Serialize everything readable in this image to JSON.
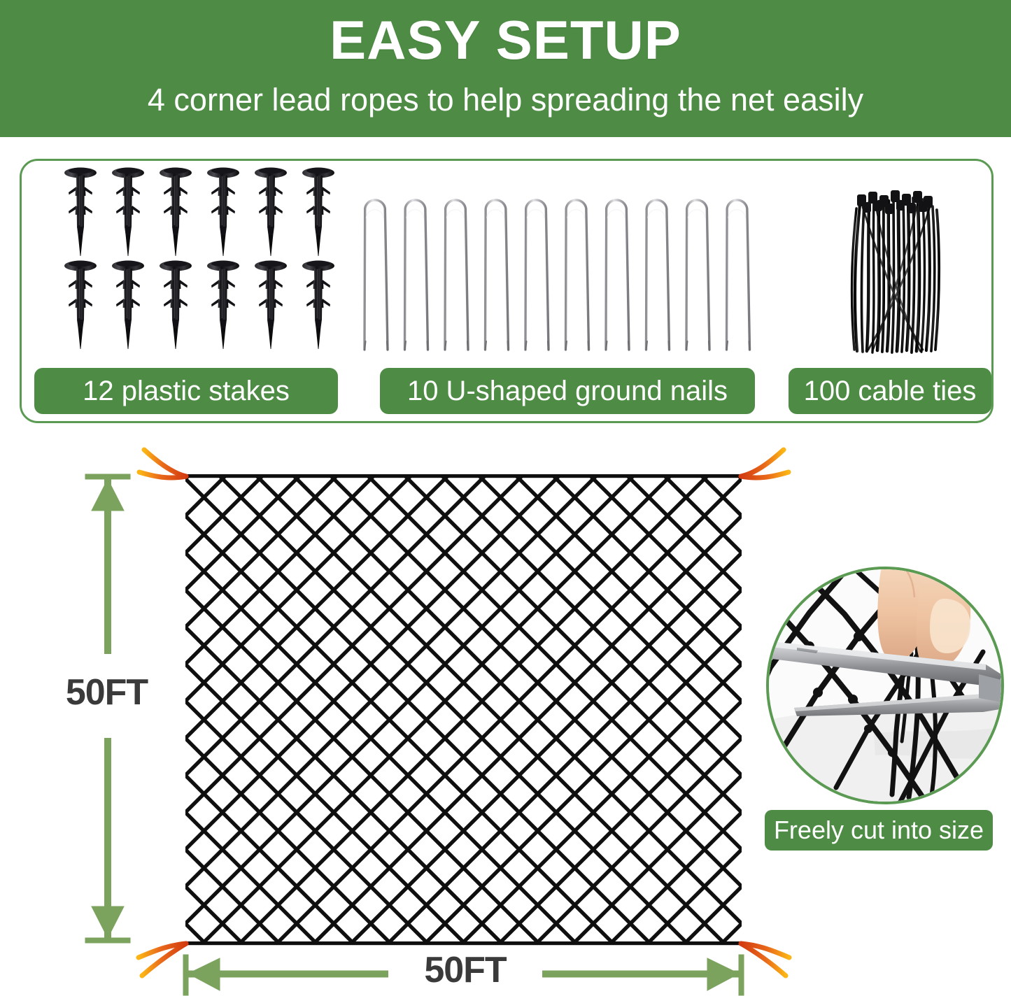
{
  "header": {
    "title": "EASY SETUP",
    "subtitle": "4 corner lead ropes to help spreading the net easily",
    "background_color": "#4E8C45",
    "text_color": "#FFFFFF"
  },
  "parts_panel": {
    "border_color": "#5B9A52",
    "items": [
      {
        "id": "plastic-stakes",
        "label": "12 plastic stakes",
        "count": 12,
        "rows": 2,
        "per_row": 6,
        "color": "#1a1a1a"
      },
      {
        "id": "u-shaped-ground-nails",
        "label": "10 U-shaped ground nails",
        "count": 10,
        "color": "#9a9a9a"
      },
      {
        "id": "cable-ties",
        "label": "100 cable ties",
        "count": 100,
        "color": "#101010"
      }
    ]
  },
  "net_diagram": {
    "height_label": "50FT",
    "width_label": "50FT",
    "dimension_arrow_color": "#7BA35E",
    "mesh_color": "#101010",
    "lead_rope_colors": [
      "#E8521C",
      "#F6A11B"
    ],
    "lead_rope_count": 4,
    "mesh_columns": 15,
    "mesh_rows": 13
  },
  "inset": {
    "label": "Freely cut into size",
    "border_color": "#5B9A52",
    "label_background": "#4E8C45",
    "scene": "scissors cutting black netting held by fingers"
  }
}
